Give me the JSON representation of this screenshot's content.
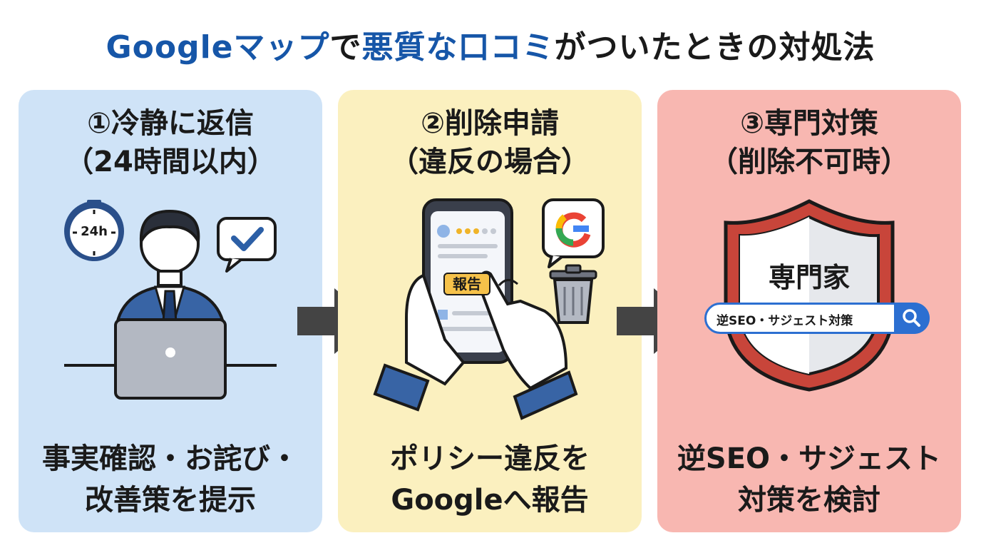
{
  "title": {
    "part1": "Googleマップ",
    "part2": "で",
    "part3": "悪質な口コミ",
    "part4": "がついたときの対処法"
  },
  "colors": {
    "highlight": "#1656a8",
    "panel1": "#cfe3f7",
    "panel2": "#fbf0bf",
    "panel3": "#f8b7b1",
    "arrow": "#444444"
  },
  "steps": [
    {
      "heading1": "①冷静に返信",
      "heading2": "（24時間以内）",
      "footer1": "事実確認・お詫び・",
      "footer2": "改善策を提示",
      "icons": [
        "clock-icon",
        "person-icon",
        "laptop-icon",
        "check-bubble-icon"
      ],
      "clock_text": "24h"
    },
    {
      "heading1": "②削除申請",
      "heading2": "（違反の場合）",
      "footer1": "ポリシー違反を",
      "footer2": "Googleへ報告",
      "icons": [
        "smartphone-icon",
        "google-logo-icon",
        "trash-icon",
        "hand-pointer-icon"
      ],
      "report_label": "報告"
    },
    {
      "heading1": "③専門対策",
      "heading2": "（削除不可時）",
      "footer1": "逆SEO・サジェスト",
      "footer2": "対策を検討",
      "icons": [
        "shield-icon",
        "search-icon"
      ],
      "shield_label": "専門家",
      "search_text": "逆SEO・サジェスト対策"
    }
  ]
}
